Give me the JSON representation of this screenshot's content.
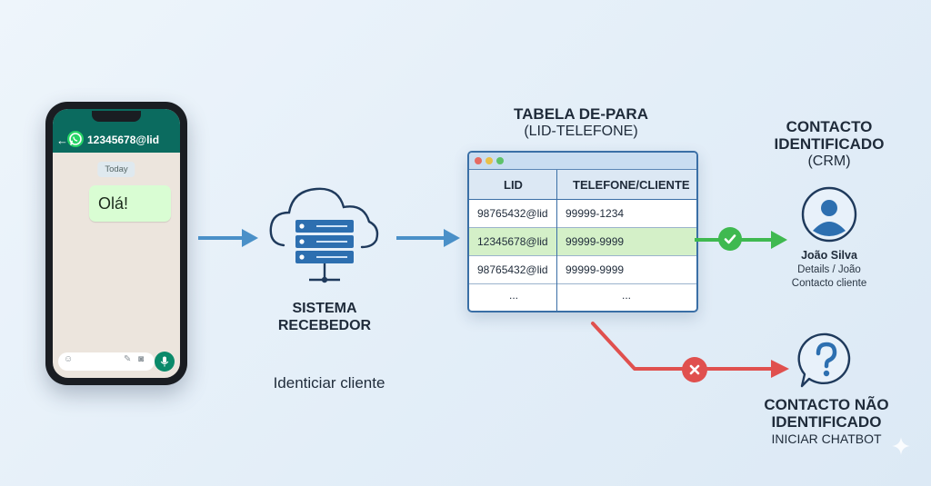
{
  "phone": {
    "contact_number": "12345678@lid",
    "date_chip": "Today",
    "message": "Olá!"
  },
  "server": {
    "label_line1": "SISTEMA",
    "label_line2": "RECEBEDOR",
    "caption": "Identiciar cliente"
  },
  "table": {
    "title_line1": "TABELA DE-PARA",
    "title_line2": "(LID-TELEFONE)",
    "headers": [
      "LID",
      "TELEFONE/CLIENTE"
    ],
    "rows": [
      [
        "98765432@lid",
        "99999-1234"
      ],
      [
        "12345678@lid",
        "99999-9999"
      ],
      [
        "98765432@lid",
        "99999-9999"
      ],
      [
        "...",
        "..."
      ]
    ]
  },
  "identified": {
    "title_line1": "CONTACTO",
    "title_line2": "IDENTIFICADO",
    "title_line3": "(CRM)",
    "name": "João Silva",
    "detail_line1": "Details / João",
    "detail_line2": "Contacto cliente"
  },
  "not_identified": {
    "title_line1": "CONTACTO NÃO",
    "title_line2": "IDENTIFICADO",
    "title_line3": "INICIAR CHATBOT"
  },
  "icons": [
    "back-arrow-icon",
    "whatsapp-icon",
    "emoji-icon",
    "attach-icon",
    "camera-icon",
    "mic-icon",
    "cloud-server-icon",
    "checkmark-icon",
    "cross-icon",
    "user-avatar-icon",
    "question-bubble-icon",
    "sparkle-icon"
  ],
  "colors": {
    "flow_arrow": "#4a90c8",
    "success": "#3fb950",
    "failure": "#e0504e",
    "whatsapp_header": "#0b6b5f",
    "highlight_row": "#d4f0c8",
    "table_border": "#3a6fa6"
  }
}
